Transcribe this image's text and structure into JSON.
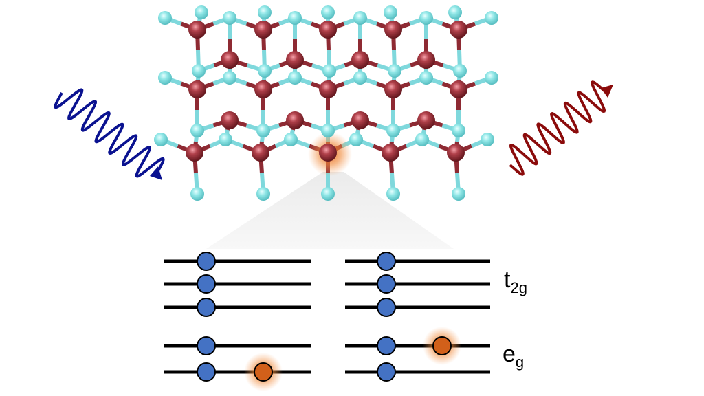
{
  "labels": {
    "t2g_main": "t",
    "t2g_sub": "2g",
    "eg_main": "e",
    "eg_sub": "g"
  },
  "colors": {
    "metal_atom": "#8e2a33",
    "ligand_atom": "#8fe6e6",
    "electron": "#4472c4",
    "excited": "#d2601a",
    "incoming_photon": "#0a1290",
    "outgoing_photon": "#8b0b0b"
  },
  "energy_levels": {
    "left": {
      "t2g_electrons": [
        1,
        1,
        1
      ],
      "eg_electrons": [
        1,
        1
      ],
      "excited_on_level": "eg_lower"
    },
    "right": {
      "t2g_electrons": [
        1,
        1,
        1
      ],
      "eg_electrons": [
        1,
        1
      ],
      "excited_on_level": "eg_upper"
    }
  }
}
